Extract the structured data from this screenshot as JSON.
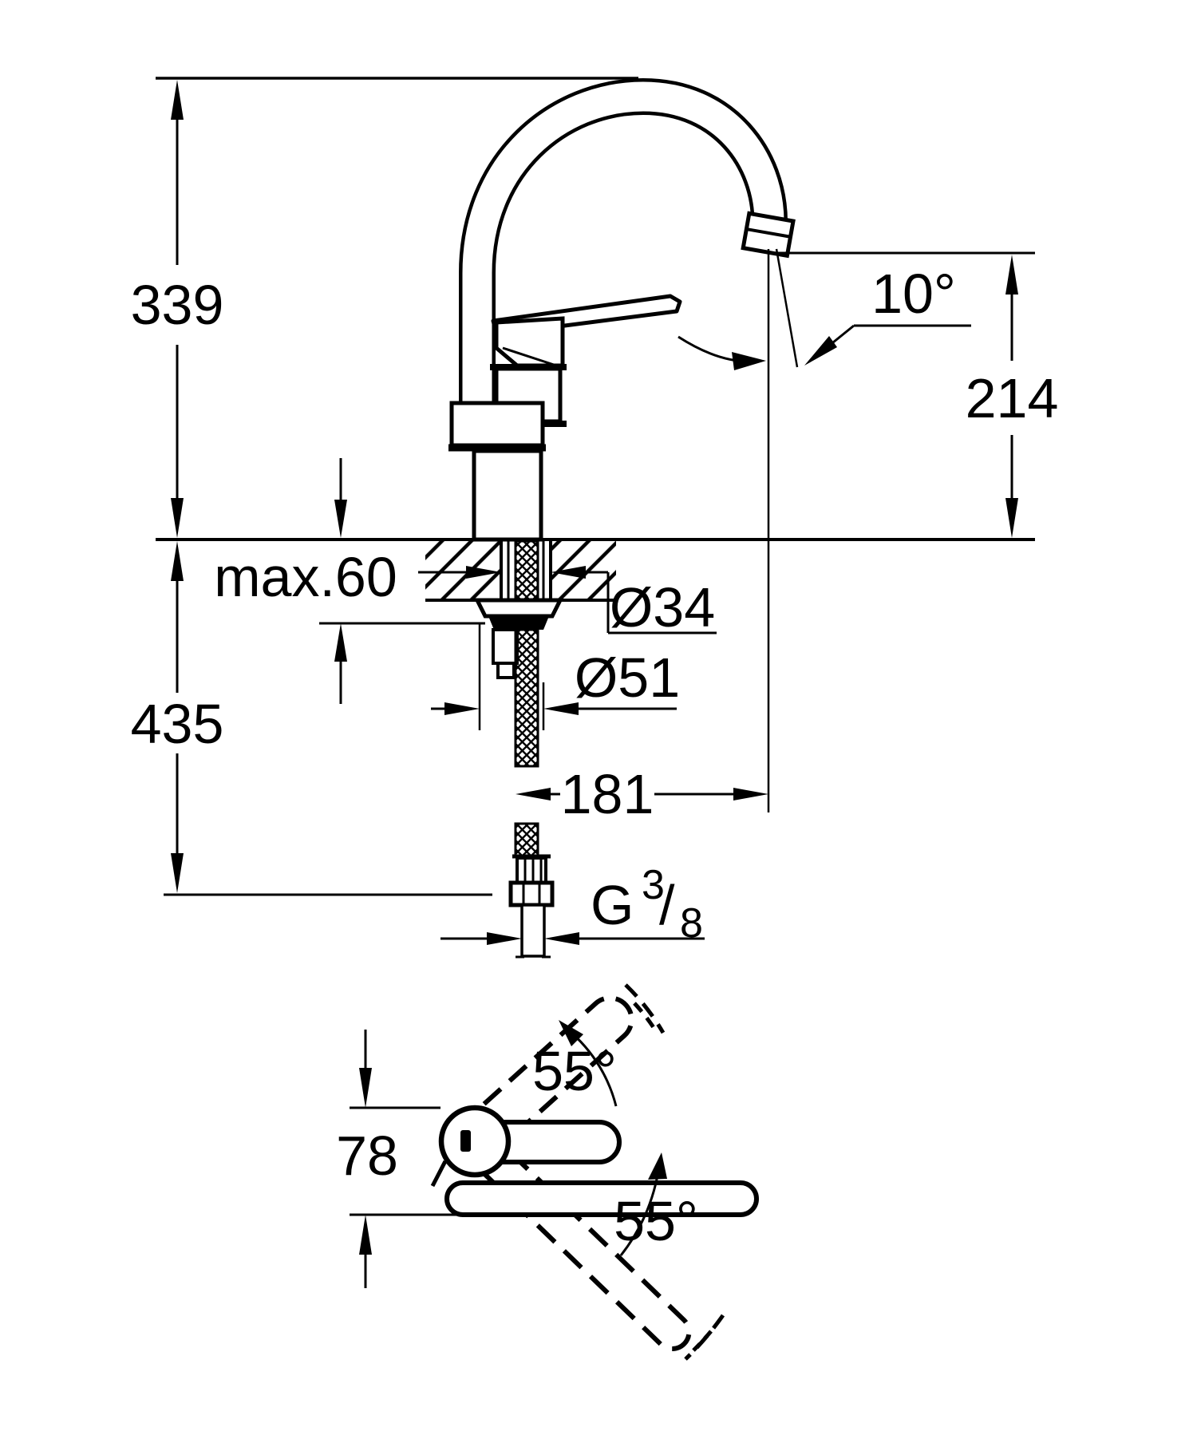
{
  "colors": {
    "ink": "#000000",
    "paper": "#ffffff"
  },
  "front_view": {
    "labels": {
      "spout_height_above_deck": "339",
      "outlet_height": "214",
      "outlet_angle": "10°",
      "max_deck_thickness": "max.60",
      "shank_hole_diameter": "Ø34",
      "base_diameter": "Ø51",
      "overall_height_below": "435",
      "spout_reach": "181",
      "thread": {
        "prefix": "G",
        "numerator": "3",
        "slash": "/",
        "denominator": "8"
      }
    }
  },
  "top_view": {
    "labels": {
      "body_depth": "78",
      "handle_swing_angle": "55°",
      "spout_swing_angle": "55°"
    }
  }
}
